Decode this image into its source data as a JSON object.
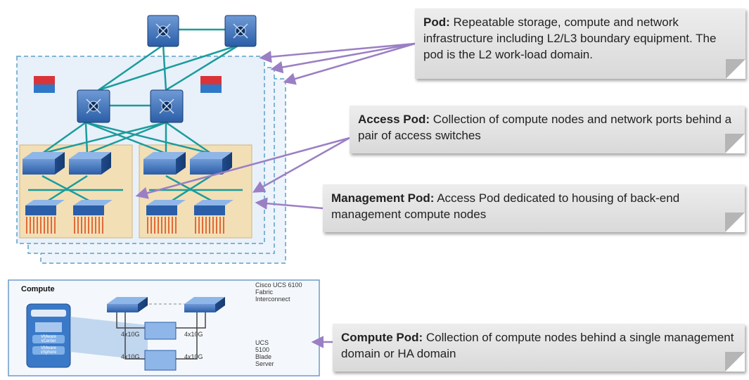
{
  "callouts": {
    "pod": {
      "title": "Pod:",
      "text": "Repeatable storage, compute and network infrastructure including L2/L3 boundary equipment. The pod is the L2 work-load domain."
    },
    "access_pod": {
      "title": "Access Pod:",
      "text": "Collection of compute nodes and network ports behind a pair of access switches"
    },
    "management_pod": {
      "title": "Management Pod:",
      "text": "Access Pod dedicated to housing of back-end management compute nodes"
    },
    "compute_pod": {
      "title": "Compute Pod:",
      "text": "Collection of compute nodes behind a single management domain or HA domain"
    }
  },
  "compute_panel": {
    "title": "Compute",
    "fabric_label": "Cisco UCS 6100 Fabric Interconnect",
    "blade_label": "UCS 5100 Blade Server",
    "link_label_left_top": "4x10G",
    "link_label_right_top": "4x10G",
    "link_label_left_bottom": "4x10G",
    "link_label_right_bottom": "4x10G",
    "vm_label_1": "VMware vCenter",
    "vm_label_2": "VMware vSphere"
  },
  "colors": {
    "link": "#1a9c9c",
    "arrow": "#9b7fc4",
    "switch": "#2b5ea8",
    "pod_outline": "#5aa0c8",
    "access_pod_fill": "#f3dfb5",
    "server_fins": "#e06a3a"
  }
}
